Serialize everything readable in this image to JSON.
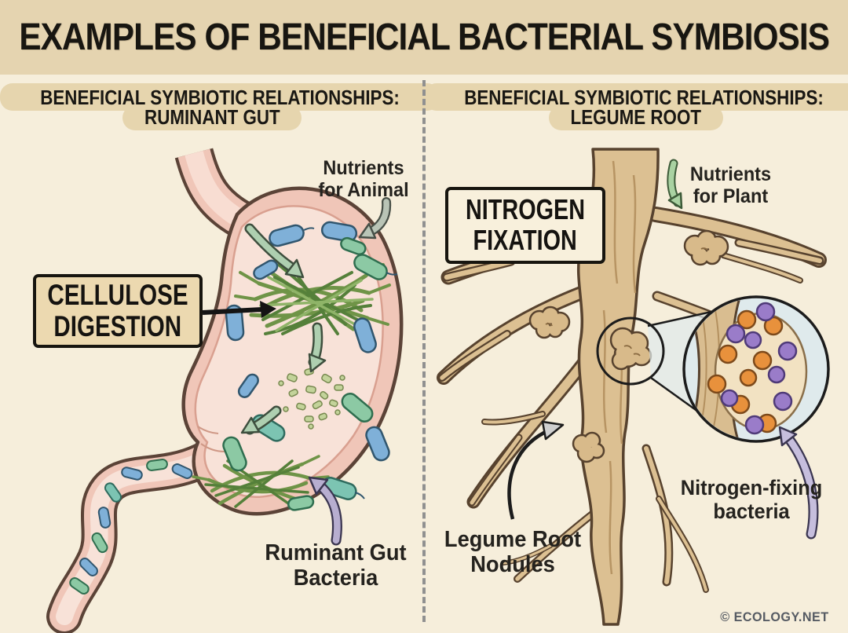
{
  "header": {
    "title": "EXAMPLES OF BENEFICIAL BACTERIAL SYMBIOSIS"
  },
  "panels": {
    "left": {
      "heading_line1": "BENEFICIAL SYMBIOTIC RELATIONSHIPS:",
      "heading_line2": "RUMINANT GUT",
      "nutrients_label_line1": "Nutrients",
      "nutrients_label_line2": "for Animal",
      "process_box_line1": "CELLULOSE",
      "process_box_line2": "DIGESTION",
      "bottom_label_line1": "Ruminant Gut",
      "bottom_label_line2": "Bacteria"
    },
    "right": {
      "heading_line1": "BENEFICIAL SYMBIOTIC RELATIONSHIPS:",
      "heading_line2": "LEGUME ROOT",
      "process_box_line1": "NITROGEN",
      "process_box_line2": "FIXATION",
      "nutrients_label_line1": "Nutrients",
      "nutrients_label_line2": "for Plant",
      "nodules_label_line1": "Legume Root",
      "nodules_label_line2": "Nodules",
      "bacteria_label_line1": "Nitrogen-fixing",
      "bacteria_label_line2": "bacteria"
    }
  },
  "footer": {
    "credit": "© ECOLOGY.NET"
  },
  "colors": {
    "background": "#f6eedb",
    "header_band": "#e5d4b0",
    "heading_pill": "#e6d5ae",
    "text": "#21201d",
    "label_box_tan": "#ecd9b0",
    "label_box_cream": "#f8f0dc",
    "stomach_pink": "#f0c6b8",
    "stomach_inner_pink": "#f8e2d8",
    "outline_brown": "#5b4337",
    "bacteria_blue": "#7fb0d8",
    "bacteria_green": "#8cc9a4",
    "grass_green": "#6f9447",
    "root_tan": "#dcc092",
    "nodule_tan": "#d8ba8a",
    "zoom_circle_blue": "#dfeaec",
    "bacteria_orange": "#e8913c",
    "bacteria_purple": "#9a7cc9",
    "arrow_green": "#aecfb0",
    "arrow_purple": "#b7aed0",
    "arrow_gray_green": "#b9c4b6",
    "divider_gray": "#909090",
    "credit_gray": "#565b63"
  }
}
